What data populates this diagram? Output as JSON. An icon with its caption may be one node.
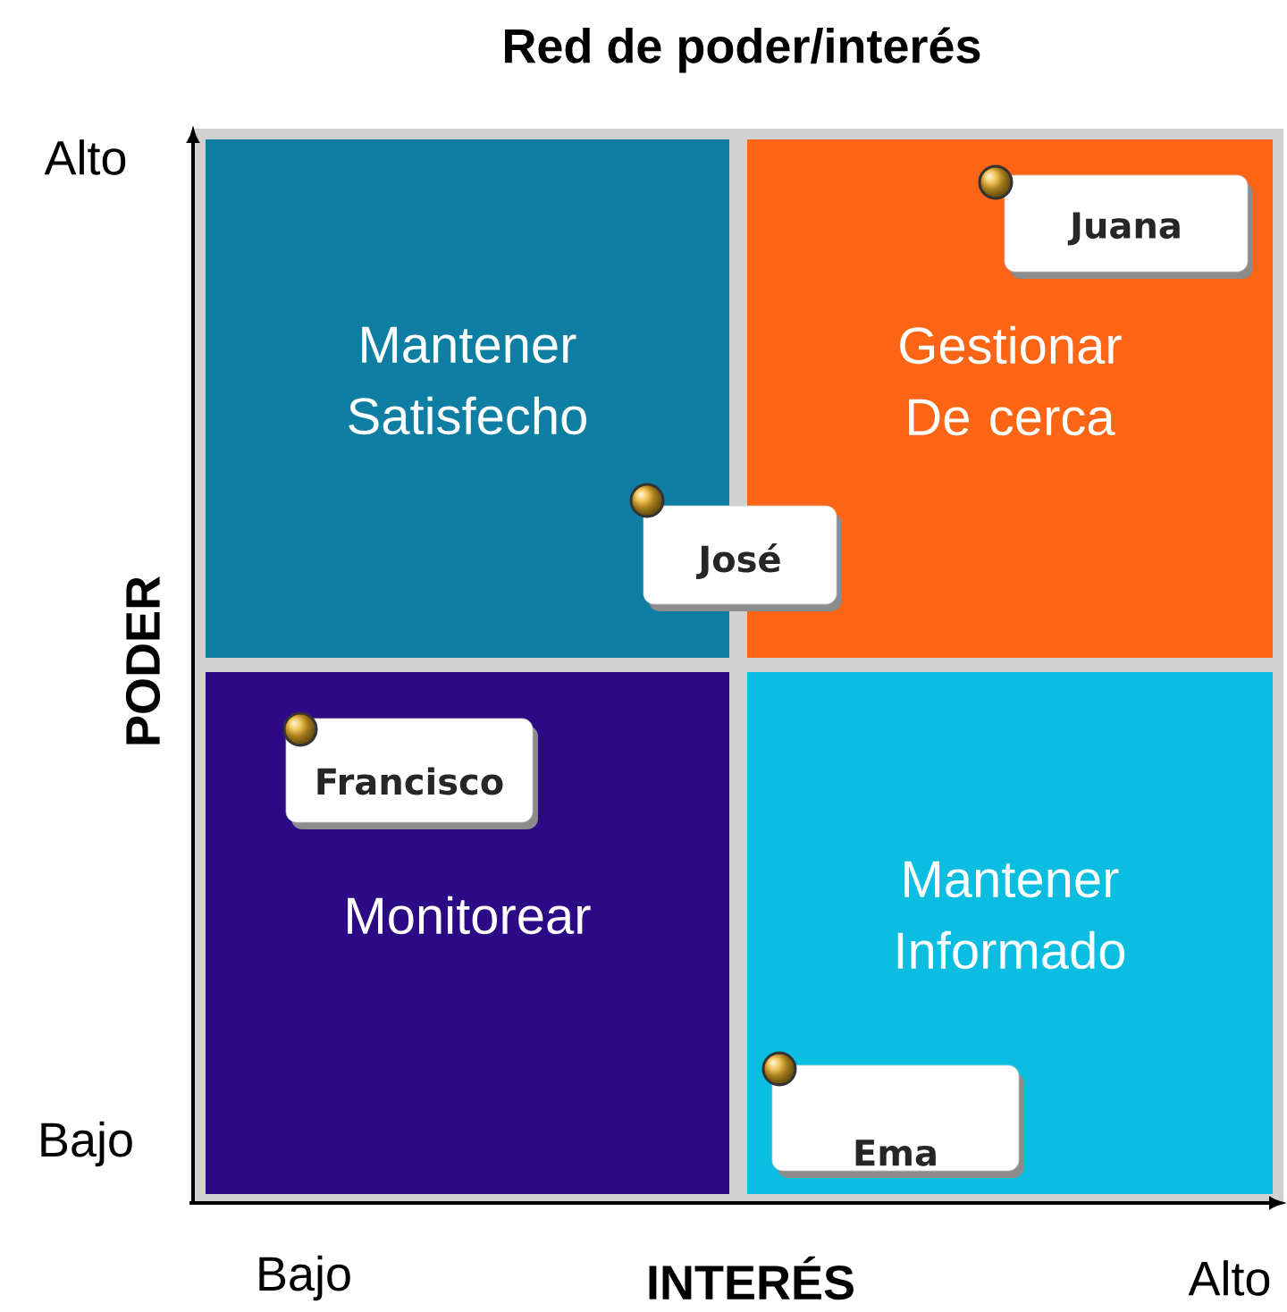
{
  "diagram": {
    "title": "Red de poder/interés",
    "nodes": [
      {
        "text": [
          "Mantener Satisfecho"
        ]
      },
      {
        "text": [
          "Gestionar De cerca"
        ]
      },
      {
        "text": [
          "Juana"
        ],
        "in": 1
      },
      {
        "text": [
          "José"
        ]
      },
      {
        "text": [
          "Monitorear"
        ]
      },
      {
        "text": [
          "Francisco"
        ],
        "in": 4
      },
      {
        "text": [
          "Mantener Informado"
        ]
      },
      {
        "text": [
          "Ema"
        ],
        "in": 6
      }
    ],
    "edges": [],
    "labels": [
      "Alto",
      "PODER",
      "Bajo",
      "Bajo",
      "INTERÉS",
      "Alto"
    ]
  }
}
